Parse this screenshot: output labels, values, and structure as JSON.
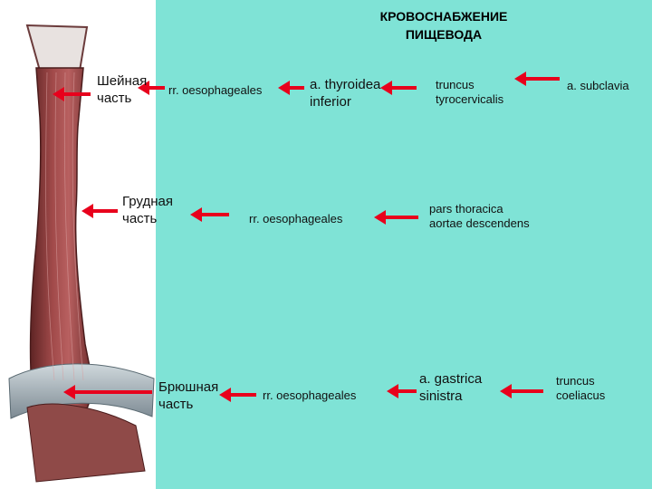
{
  "title": {
    "line1": "КРОВОСНАБЖЕНИЕ",
    "line2": "ПИЩЕВОДА"
  },
  "colors": {
    "panel": "#7fe3d6",
    "arrow": "#e8001c",
    "esophagus": "#8b3a3a"
  },
  "rows": {
    "cervical": {
      "part_line1": "Шейная",
      "part_line2": "часть",
      "branches": "rr. oesophageales",
      "artery_line1": "a.  thyroidea",
      "artery_line2": "inferior",
      "trunk_line1": "truncus",
      "trunk_line2": "tyrocervicalis",
      "source": "a. subclavia"
    },
    "thoracic": {
      "part_line1": "Грудная",
      "part_line2": "часть",
      "branches": "rr. oesophageales",
      "source_line1": "pars thoracica",
      "source_line2": "aortae descendens"
    },
    "abdominal": {
      "part_line1": "Брюшная",
      "part_line2": "часть",
      "branches": "rr. oesophageales",
      "artery_line1": "a.  gastrica",
      "artery_line2": "sinistra",
      "source_line1": "truncus",
      "source_line2": "coeliacus"
    }
  }
}
